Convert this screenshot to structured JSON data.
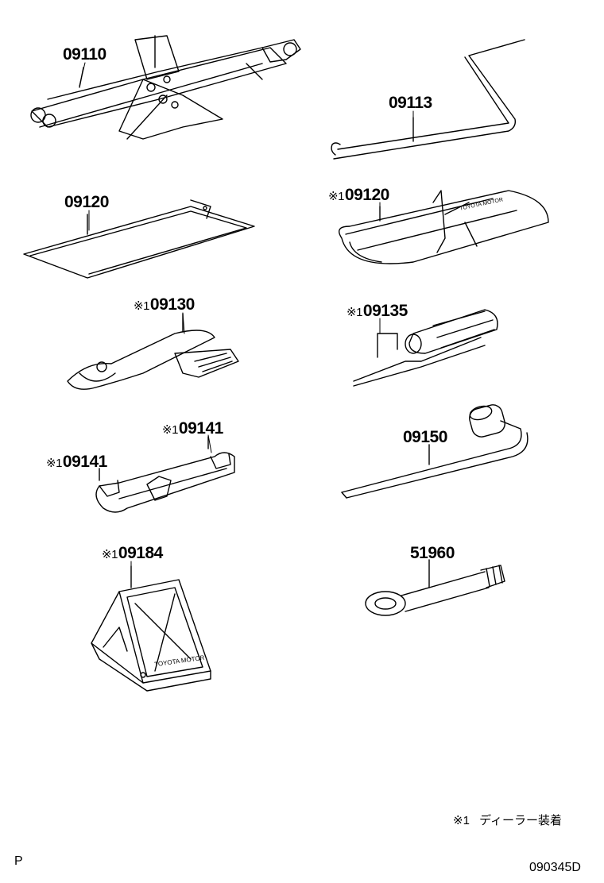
{
  "parts": [
    {
      "id": "jack",
      "number": "09110",
      "dealer_mark": ""
    },
    {
      "id": "jack-handle",
      "number": "09113",
      "dealer_mark": ""
    },
    {
      "id": "tool-bag-jack",
      "number": "09120",
      "dealer_mark": ""
    },
    {
      "id": "tool-bag",
      "number": "09120",
      "dealer_mark": "※1"
    },
    {
      "id": "pliers",
      "number": "09130",
      "dealer_mark": "※1"
    },
    {
      "id": "screwdriver",
      "number": "09135",
      "dealer_mark": "※1"
    },
    {
      "id": "wrench-right",
      "number": "09141",
      "dealer_mark": "※1"
    },
    {
      "id": "wrench-left",
      "number": "09141",
      "dealer_mark": "※1"
    },
    {
      "id": "lug-wrench",
      "number": "09150",
      "dealer_mark": ""
    },
    {
      "id": "warning-triangle",
      "number": "09184",
      "dealer_mark": "※1"
    },
    {
      "id": "towing-eye",
      "number": "51960",
      "dealer_mark": ""
    }
  ],
  "stamps": {
    "tool_bag": "TOYOTA MOTOR",
    "triangle": "TOYOTA MOTOR"
  },
  "footnote": {
    "mark": "※1",
    "text": "ディーラー装着"
  },
  "corner_letter": "P",
  "diagram_code": "090345D"
}
